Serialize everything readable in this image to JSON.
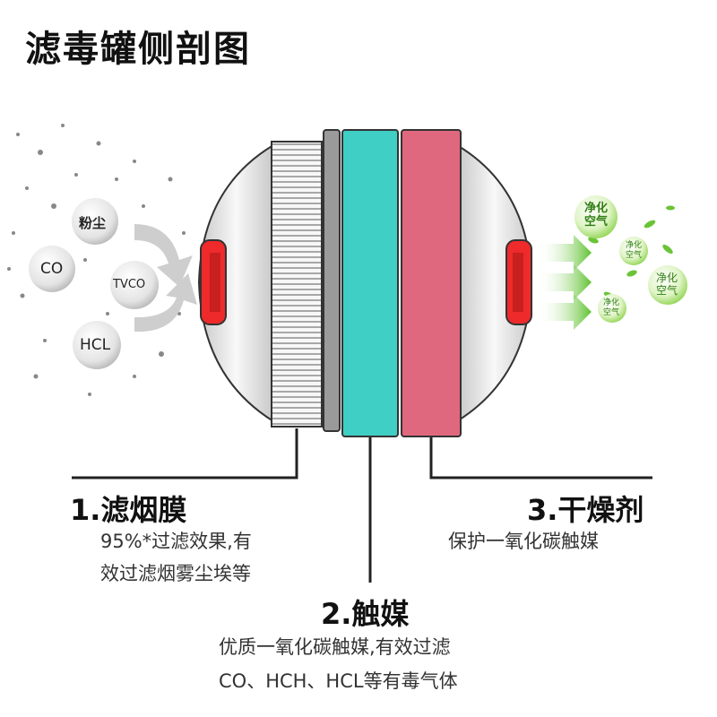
{
  "title": "滤毒罐侧剖图",
  "pollutants": [
    "粉尘",
    "CO",
    "TVCO",
    "HCL"
  ],
  "clean_bubble": [
    "净化",
    "空气"
  ],
  "layers": [
    {
      "heading": "1.滤烟膜",
      "lines": [
        "95%*过滤效果,有",
        "效过滤烟雾尘埃等"
      ]
    },
    {
      "heading": "2.触媒",
      "lines": [
        "优质一氧化碳触媒,有效过滤",
        "CO、HCH、HCL等有毒气体"
      ]
    },
    {
      "heading": "3.干燥剂",
      "lines": [
        "保护一氧化碳触媒"
      ]
    }
  ],
  "colors": {
    "membrane": "#f4f4f4",
    "catalyst": "#3fcfc4",
    "desiccant": "#e0687e",
    "seal": "#ee2a2a",
    "clean_air": "#69c936",
    "gray_plate": "#9a9a9a"
  }
}
